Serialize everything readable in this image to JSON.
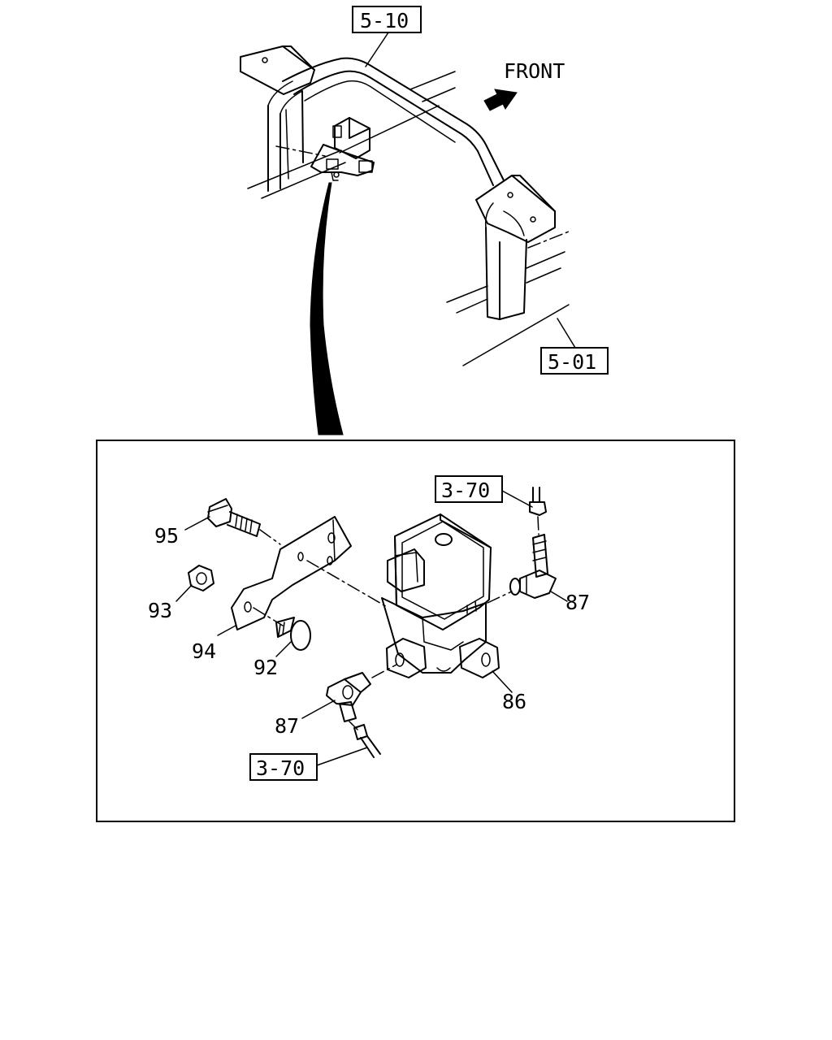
{
  "references": {
    "ref_5_10": "5-10",
    "ref_5_01": "5-01",
    "ref_3_70_top": "3-70",
    "ref_3_70_bottom": "3-70"
  },
  "direction": {
    "label": "FRONT",
    "icon": "arrow-icon"
  },
  "callouts": {
    "c95": "95",
    "c93": "93",
    "c94": "94",
    "c92": "92",
    "c87_right": "87",
    "c87_left": "87",
    "c86": "86"
  }
}
